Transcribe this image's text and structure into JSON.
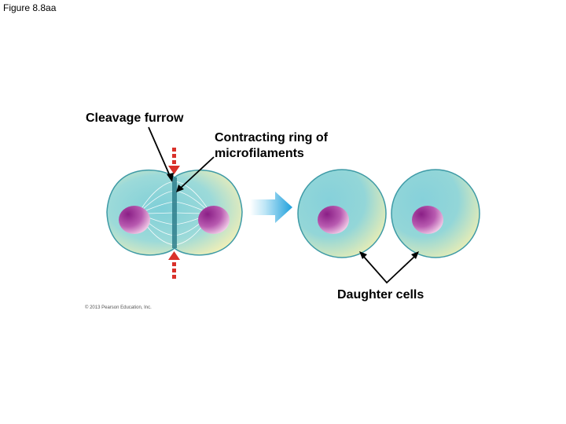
{
  "figure": {
    "title": "Figure 8.8aa"
  },
  "labels": {
    "cleavage_furrow": "Cleavage furrow",
    "contracting_ring_line1": "Contracting ring of",
    "contracting_ring_line2": "microfilaments",
    "daughter_cells": "Daughter cells"
  },
  "copyright": "© 2013 Pearson Education, Inc.",
  "colors": {
    "cell_teal": "#8fd3d9",
    "cell_edge_yellow": "#f2efb5",
    "cell_outline": "#3e9aa6",
    "nucleus_purple": "#8e2a8c",
    "nucleus_pink": "#f1cbe8",
    "arrow_blue": "#29a8e0",
    "force_arrow_red": "#d9312a"
  },
  "icons": {
    "transition_arrow": "right-arrow-icon",
    "constriction_arrows": "red-dashed-arrow-icon"
  }
}
